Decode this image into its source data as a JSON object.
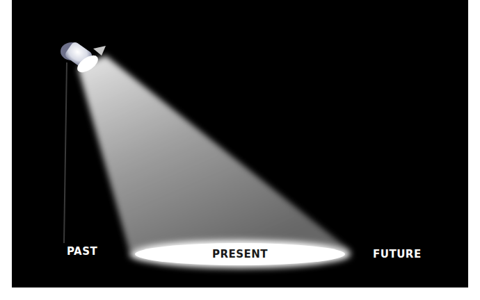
{
  "diagram": {
    "nodes": [
      {
        "text": [
          "PRESENT"
        ]
      }
    ],
    "labels": [
      "PAST",
      "FUTURE"
    ]
  }
}
